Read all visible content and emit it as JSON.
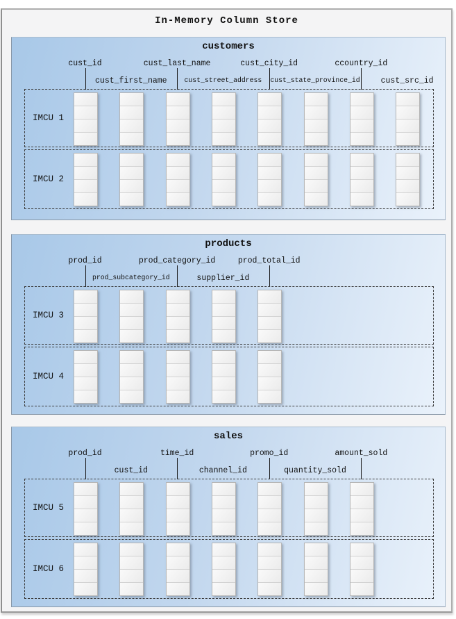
{
  "title": "In-Memory Column Store",
  "colors": {
    "outer_background": "#f4f4f5",
    "panel_gradient_start": "#a8c8e8",
    "panel_gradient_end": "#eaf2fb",
    "cell_fill": "#f0f0f0",
    "dashed_border": "#3a3a3a"
  },
  "tables": [
    {
      "name": "customers",
      "labels_row1": [
        {
          "text": "cust_id",
          "col": 1
        },
        {
          "text": "cust_last_name",
          "col": 3
        },
        {
          "text": "cust_city_id",
          "col": 5
        },
        {
          "text": "ccountry_id",
          "col": 7
        }
      ],
      "labels_row2": [
        {
          "text": "cust_first_name",
          "col": 2,
          "small": false
        },
        {
          "text": "cust_street_address",
          "col": 4,
          "small": true
        },
        {
          "text": "cust_state_province_id",
          "col": 6,
          "small": true
        },
        {
          "text": "cust_src_id",
          "col": 8,
          "small": false
        }
      ],
      "ticks": [
        1,
        3,
        5,
        7
      ],
      "imcus": [
        {
          "label": "IMCU 1",
          "columns": 8,
          "cells_per_column": 4
        },
        {
          "label": "IMCU 2",
          "columns": 8,
          "cells_per_column": 4
        }
      ]
    },
    {
      "name": "products",
      "labels_row1": [
        {
          "text": "prod_id",
          "col": 1
        },
        {
          "text": "prod_category_id",
          "col": 3
        },
        {
          "text": "prod_total_id",
          "col": 5
        }
      ],
      "labels_row2": [
        {
          "text": "prod_subcategory_id",
          "col": 2,
          "small": true
        },
        {
          "text": "supplier_id",
          "col": 4,
          "small": false
        }
      ],
      "ticks": [
        1,
        3,
        5
      ],
      "imcus": [
        {
          "label": "IMCU 3",
          "columns": 5,
          "cells_per_column": 4
        },
        {
          "label": "IMCU 4",
          "columns": 5,
          "cells_per_column": 4
        }
      ]
    },
    {
      "name": "sales",
      "labels_row1": [
        {
          "text": "prod_id",
          "col": 1
        },
        {
          "text": "time_id",
          "col": 3
        },
        {
          "text": "promo_id",
          "col": 5
        },
        {
          "text": "amount_sold",
          "col": 7
        }
      ],
      "labels_row2": [
        {
          "text": "cust_id",
          "col": 2,
          "small": false
        },
        {
          "text": "channel_id",
          "col": 4,
          "small": false
        },
        {
          "text": "quantity_sold",
          "col": 6,
          "small": false
        }
      ],
      "ticks": [
        1,
        3,
        5,
        7
      ],
      "imcus": [
        {
          "label": "IMCU 5",
          "columns": 7,
          "cells_per_column": 4
        },
        {
          "label": "IMCU 6",
          "columns": 7,
          "cells_per_column": 4
        }
      ]
    }
  ]
}
